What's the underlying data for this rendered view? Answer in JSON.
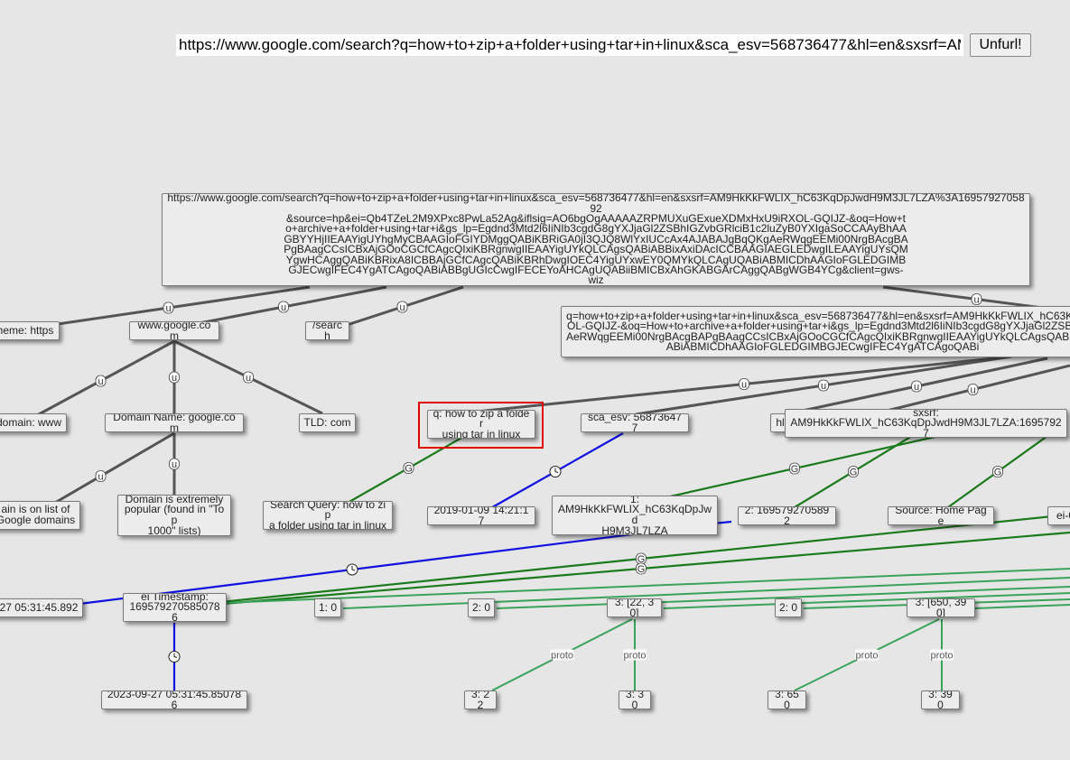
{
  "url_input": "https://www.google.com/search?q=how+to+zip+a+folder+using+tar+in+linux&sca_esv=568736477&hl=en&sxsrf=AM9",
  "unfurl_button": "Unfurl!",
  "colors": {
    "background": "#e6e6e6",
    "edge_gray": "#555555",
    "edge_green": "#1b7a1b",
    "edge_blue": "#1010e0",
    "edge_proto": "#3aa35a",
    "highlight": "#e00000"
  },
  "edge_labels": {
    "url": "u",
    "google": "G",
    "timestamp": "clock-icon",
    "proto": "proto"
  },
  "nodes": {
    "full_url": "https://www.google.com/search?q=how+to+zip+a+folder+using+tar+in+linux&sca_esv=568736477&hl=en&sxsrf=AM9HkKkFWLIX_hC63KqDpJwdH9M3JL7LZA%3A1695792705892\n&source=hp&ei=Qb4TZeL2M9XPxc8PwLa52Ag&iflsig=AO6bgOgAAAAAZRPMUXuGExueXDMxHxU9iRXOL-GQIJZ-&oq=How+t\no+archive+a+folder+using+tar+i&gs_lp=Egdnd3Mtd2l6IiNIb3cgdG8gYXJjaGl2ZSBhIGZvbGRlciB1c2luZyB0YXIgaSoCCAAyBhAA\nGBYYHjIIEAAYigUYhgMyCBAAGIoFGIYDMggQABiKBRiGA0jI3QJQ8WlYxIUCcAx4AJABAJgBqQKgAeRWqgEEMi00NrgBAcgBA\nPgBAagCCsICBxAjGOoCGCfCAgcQIxiKBRgnwgIIEAAYigUYkQLCAgsQABiABBixAxiDAcICCBAAGIAEGLEDwgILEAAYigUYsQM\nYgwHCAggQABiKBRixA8ICBBAjGCfCAgcQABiKBRhDwgIOEC4YigUYxwEY0QMYkQLCAgUQABiABMICDhAAGIoFGLEDGIMB\nGJECwgIFEC4YgATCAgoQABiABBgUGIcCwgIFECEYoAHCAgUQABiiBMICBxAhGKABGArCAggQABgWGB4YCg&client=gws-\nwiz",
    "scheme": "heme: https",
    "domain": "www.google.com",
    "path": "/search",
    "query": "q=how+to+zip+a+folder+using+tar+in+linux&sca_esv=568736477&hl=en&sxsrf=AM9HkKkFWLIX_hC63Kq\nOL-GQIJZ-&oq=How+to+archive+a+folder+using+tar+i&gs_lp=Egdnd3Mtd2l6IiNIb3cgdG8gYXJjaGl2ZSBh\nAeRWqgEEMi00NrgBAcgBAPgBAagCCsICBxAjGOoCGCfCAgcQIxiKBRgnwgIIEAAYigUYkQLCAgsQABiA\nABiABMICDhAAGIoFGLEDGIMBGJECwgIFEC4YgATCAgoQABi",
    "subdomain": "domain: www",
    "domain_name": "Domain Name: google.com",
    "tld": "TLD: com",
    "q_param": "q: how to zip a folder\nusing tar in linux",
    "sca_esv": "sca_esv: 568736477",
    "hl_partial": "hl",
    "sxsrf": "sxsrf:\nAM9HkKkFWLIX_hC63KqDpJwdH9M3JL7LZA:16957927",
    "google_list": "ain is on list of\nGoogle domains",
    "popular": "Domain is extremely\npopular (found in \"Top\n1000\" lists)",
    "search_query": "Search Query: how to zip\na folder using tar in linux",
    "date_2019": "2019-01-09 14:21:17",
    "sxsrf_1": "1:\nAM9HkKkFWLIX_hC63KqDpJwd\nH9M3JL7LZA",
    "sxsrf_2": "2: 1695792705892",
    "source": "Source: Home Page",
    "ei_partial": "ei-0",
    "ts_left": "-27 05:31:45.892",
    "ei_timestamp": "ei Timestamp:\n1695792705850786",
    "p10": "1: 0",
    "p20a": "2: 0",
    "p3a": "3: [22, 30]",
    "p20b": "2: 0",
    "p3b": "3: [650, 390]",
    "ts_2023": "2023-09-27 05:31:45.850786",
    "v22": "3: 22",
    "v30": "3: 30",
    "v650": "3: 650",
    "v390": "3: 390"
  }
}
